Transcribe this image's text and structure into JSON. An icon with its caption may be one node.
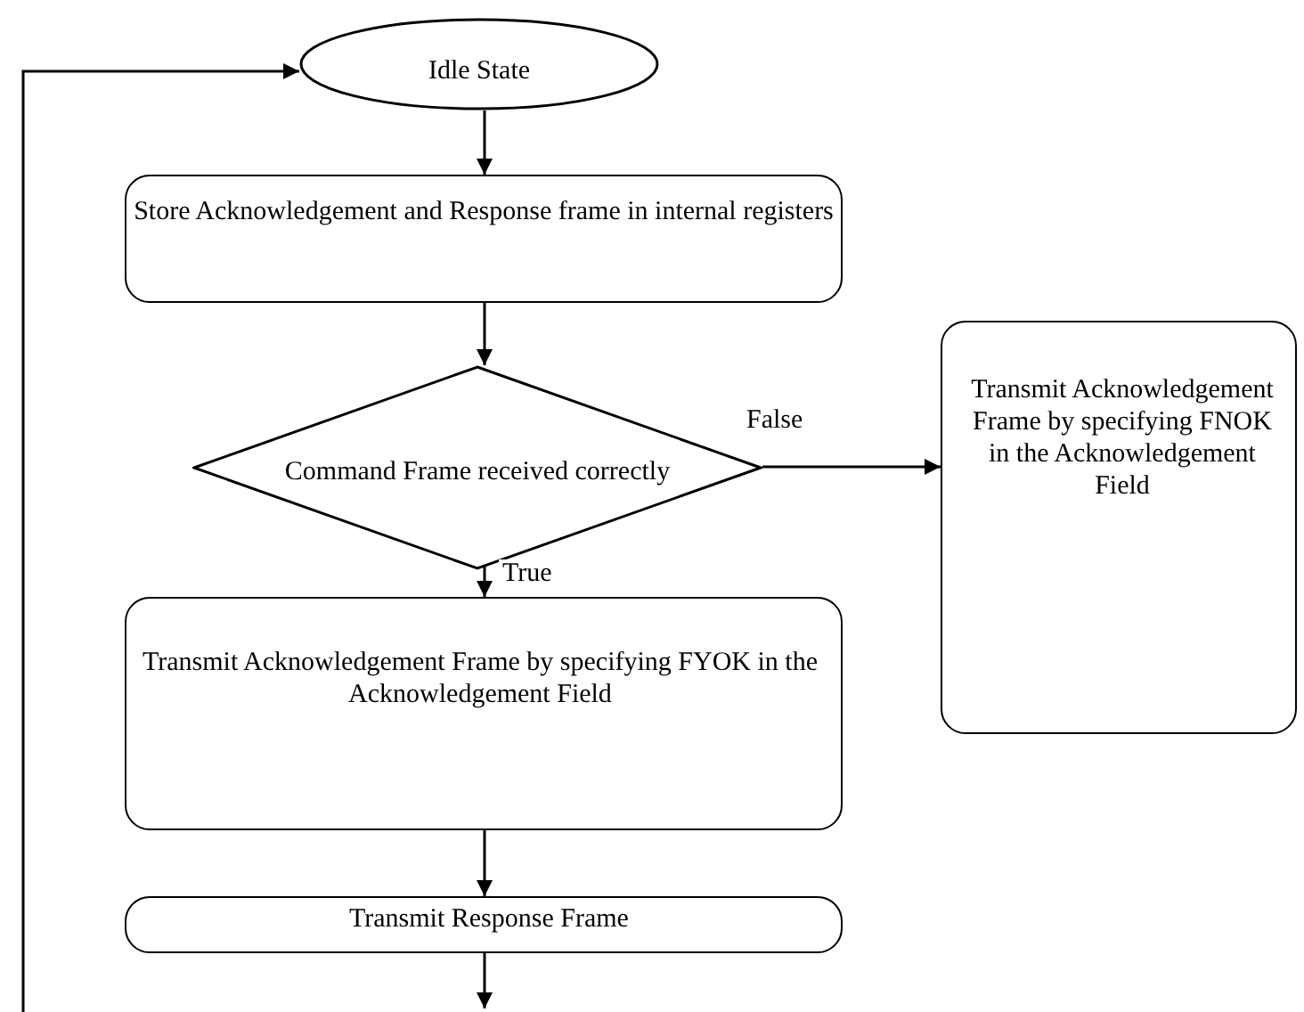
{
  "diagram": {
    "nodes": [
      {
        "text": [
          "Idle State"
        ]
      },
      {
        "text": [
          "Store Acknowledgement and Response frame in internal registers"
        ]
      },
      {
        "text": [
          "Command Frame received correctly"
        ]
      },
      {
        "text": [
          "Transmit Acknowledgement Frame by specifying FNOK in the Acknowledgement Field"
        ]
      },
      {
        "text": [
          "Transmit Acknowledgement Frame by specifying FYOK in the Acknowledgement Field"
        ]
      },
      {
        "text": [
          "Transmit Response Frame"
        ]
      }
    ],
    "edges": [
      {
        "from": 0,
        "to": 1,
        "arrow": "to"
      },
      {
        "from": 1,
        "to": 2,
        "arrow": "to"
      },
      {
        "from": 2,
        "to": 3,
        "arrow": "to",
        "label": "False"
      },
      {
        "from": 2,
        "to": 4,
        "arrow": "to",
        "label": "True"
      },
      {
        "from": 4,
        "to": 5,
        "arrow": "to"
      },
      {
        "from": 5,
        "to": null,
        "arrow": "to"
      },
      {
        "from": null,
        "to": 0,
        "arrow": "to"
      }
    ]
  }
}
